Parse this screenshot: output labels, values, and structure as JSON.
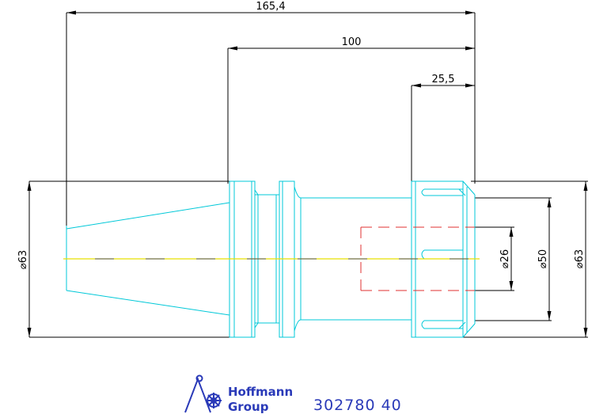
{
  "dimensions": {
    "overall_length": "165,4",
    "shank_length": "100",
    "nut_length": "25,5",
    "diameter_left": "⌀63",
    "bore_diameter": "⌀26",
    "nut_diameter": "⌀50",
    "diameter_right": "⌀63"
  },
  "logo": {
    "line1": "Hoffmann",
    "line2": "Group"
  },
  "part_number": "302780 40",
  "colors": {
    "outline": "#00c8d8",
    "centerline": "#e8e000",
    "hidden": "#e03030",
    "dimension": "#000000",
    "brand": "#2a3ab8"
  }
}
